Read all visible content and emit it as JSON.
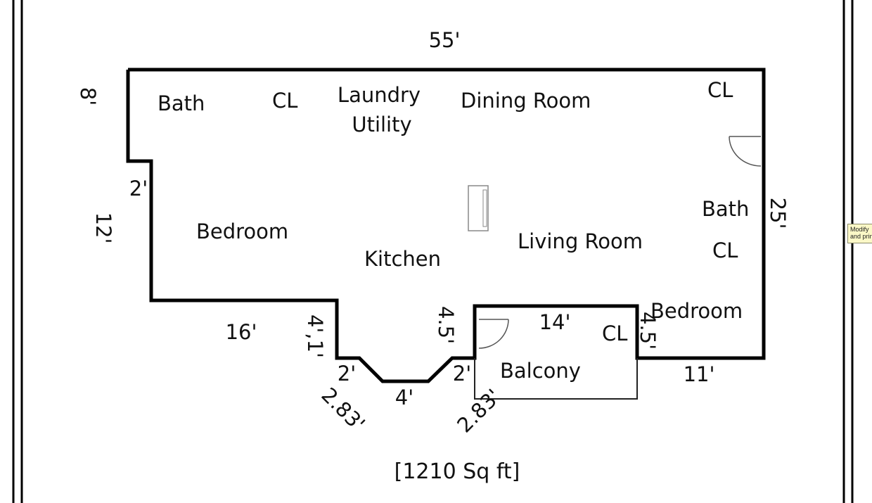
{
  "rooms": {
    "bath_top": "Bath",
    "cl_top_left": "CL",
    "laundry": "Laundry",
    "utility": "Utility",
    "dining_room": "Dining Room",
    "cl_top_right": "CL",
    "bath_right": "Bath",
    "cl_right": "CL",
    "bedroom_left": "Bedroom",
    "kitchen": "Kitchen",
    "living_room": "Living Room",
    "bedroom_right": "Bedroom",
    "balcony": "Balcony",
    "cl_balcony": "CL"
  },
  "dimensions": {
    "top_width": "55'",
    "left_upper": "8'",
    "left_step": "2'",
    "left_lower": "12'",
    "right_side": "25'",
    "bottom_left": "16'",
    "notch_left_vertical": "4',1'",
    "bay_left_flat": "2'",
    "bay_left_diagonal": "2.83'",
    "bay_bottom": "4'",
    "bay_right_flat": "2'",
    "bay_right_diagonal": "2.83'",
    "balcony_left_vertical": "4.5'",
    "balcony_top": "14'",
    "balcony_right_vertical": "4.5'",
    "bottom_right": "11'"
  },
  "total_area": "[1210 Sq ft]",
  "tooltip": {
    "line1": "Modify",
    "line2": "and print"
  },
  "colors": {
    "wall": "#000000",
    "fixture": "#888888",
    "tooltip_bg": "#fbf8c7"
  }
}
